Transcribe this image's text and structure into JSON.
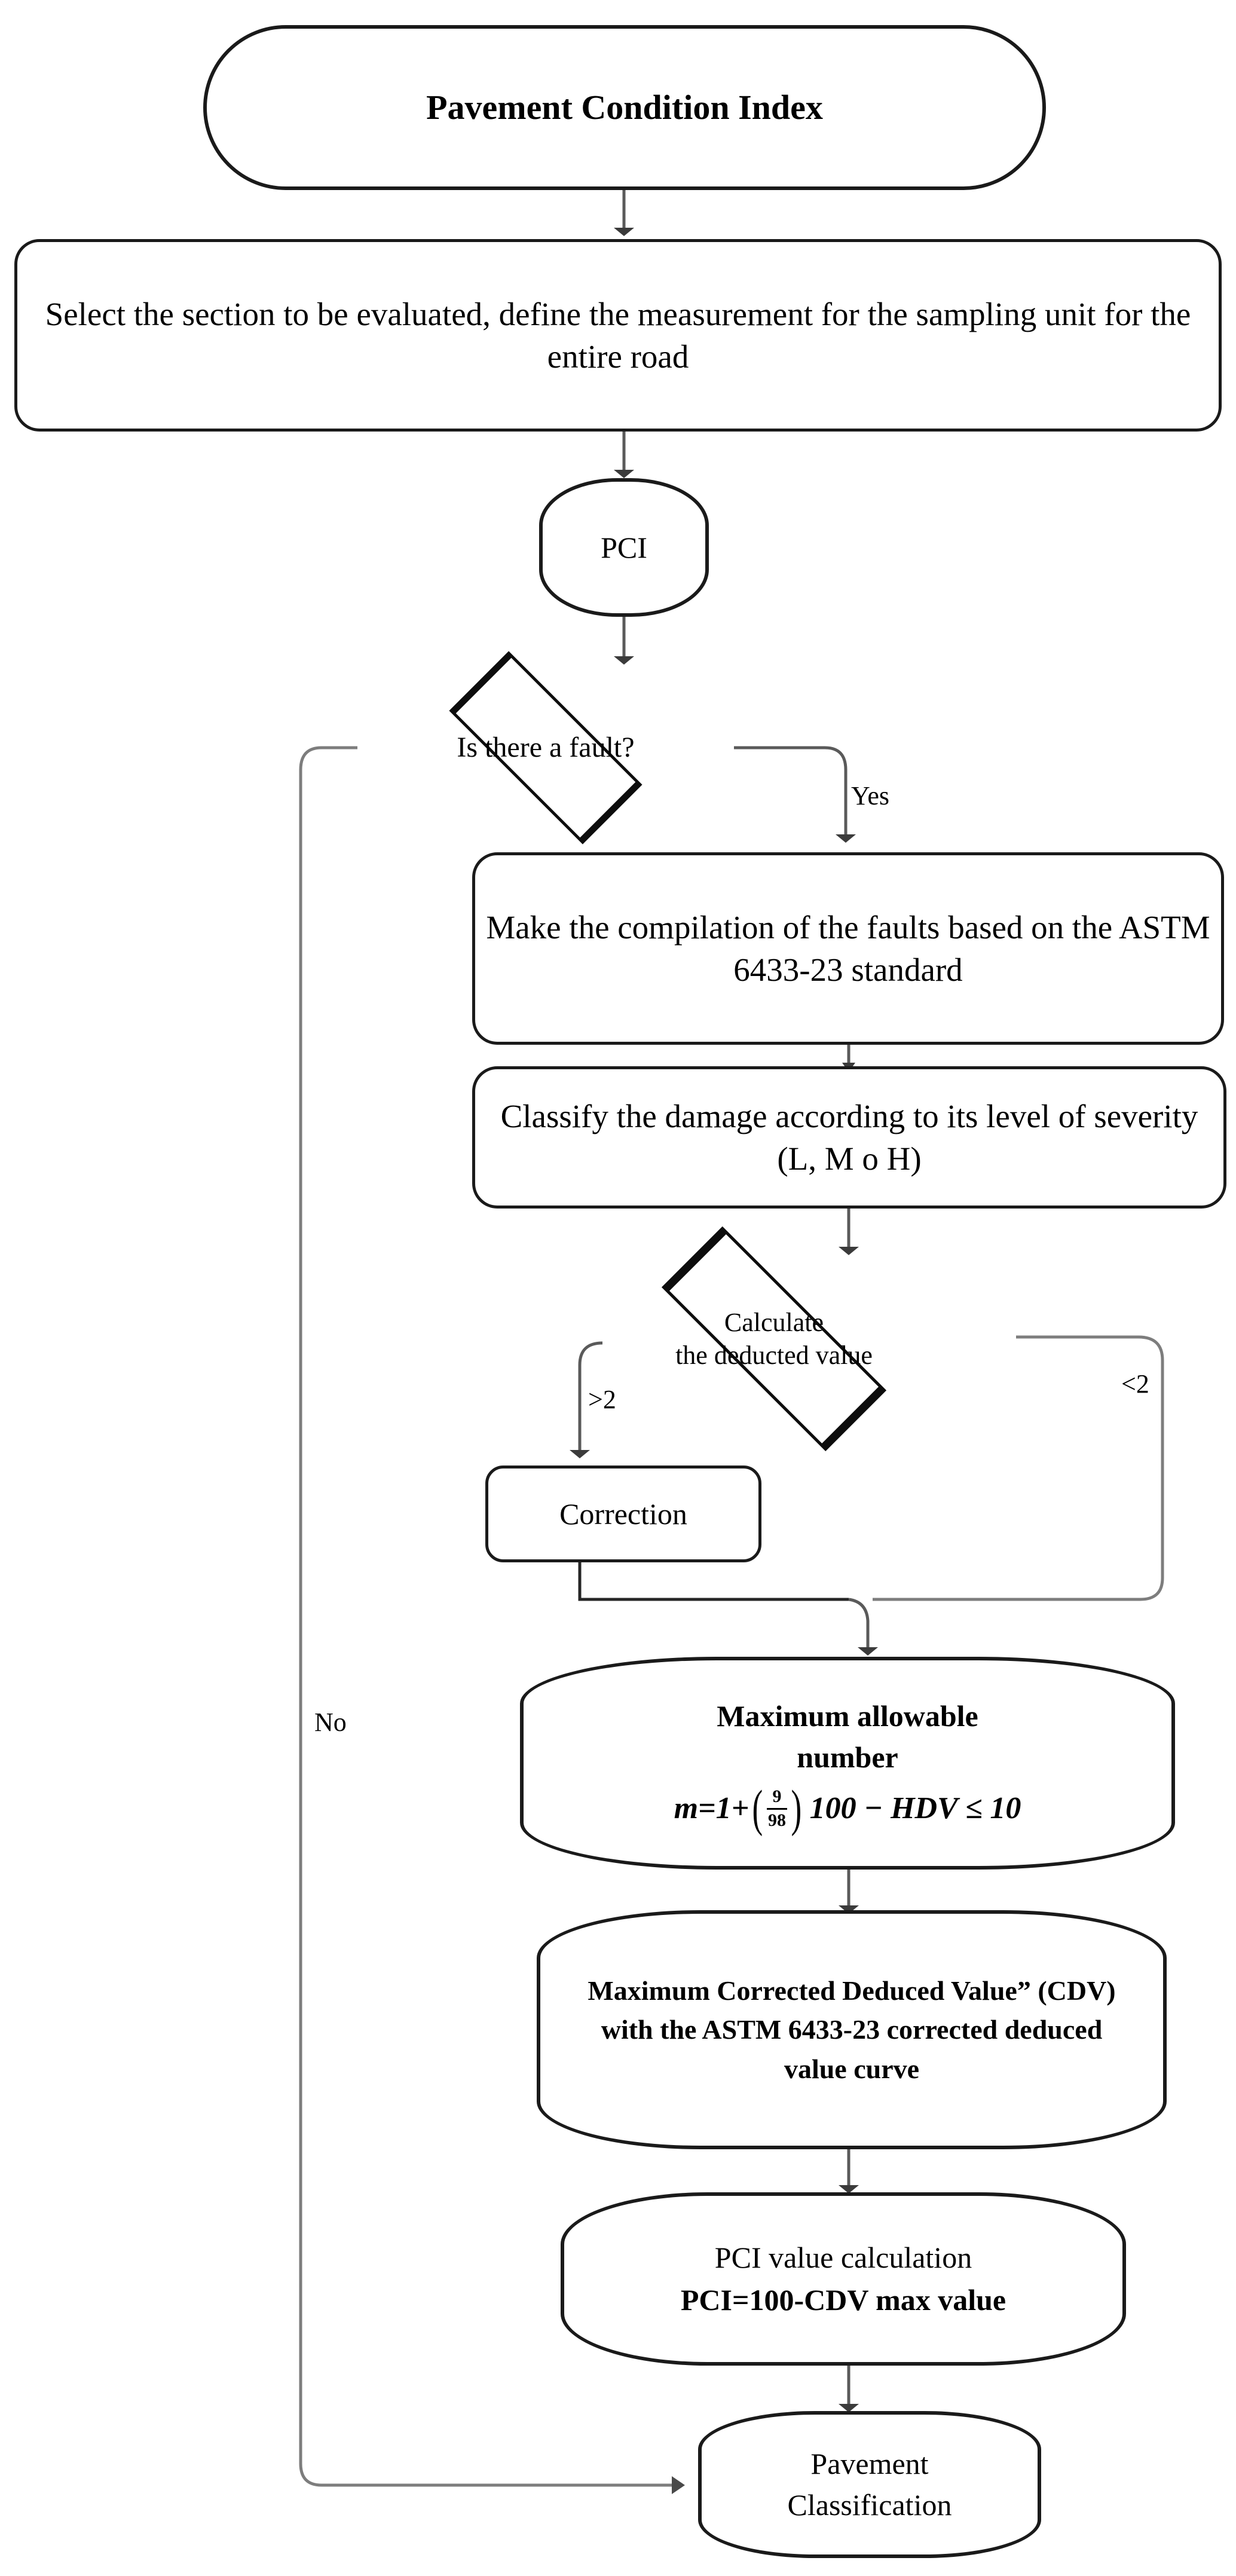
{
  "diagram": {
    "title": "Pavement Condition Index",
    "nodes": {
      "start": {
        "label": "Pavement Condition Index"
      },
      "select_section": {
        "label": "Select the section to be evaluated, define the measurement for the sampling unit for the entire road"
      },
      "pci": {
        "label": "PCI"
      },
      "is_fault": {
        "label": "Is there a fault?"
      },
      "compilation": {
        "label": "Make the compilation of the faults based on the ASTM 6433-23 standard"
      },
      "classify": {
        "label": "Classify the damage according to its level of severity (L, M o H)"
      },
      "calc_deducted": {
        "label_line1": "Calculate",
        "label_line2": "the deducted value"
      },
      "correction": {
        "label": "Correction"
      },
      "max_allowable": {
        "label_line1": "Maximum allowable",
        "label_line2": "number",
        "formula": {
          "lhs": "m=1+",
          "fraction_numerator": "9",
          "fraction_denominator": "98",
          "rhs": "100 − HDV  ≤ 10",
          "plain_text": "m=1+(9/98) 100 − HDV ≤ 10"
        }
      },
      "max_cdv": {
        "label": "Maximum Corrected Deduced Value” (CDV) with the ASTM 6433-23 corrected deduced value curve"
      },
      "pci_calc": {
        "label_line1": "PCI value calculation",
        "label_line2": "PCI=100-CDV max value"
      },
      "pavement_classification": {
        "label_line1": "Pavement",
        "label_line2": "Classification"
      }
    },
    "edge_labels": {
      "yes": "Yes",
      "no": "No",
      "gt2": ">2",
      "lt2": "<2"
    },
    "colors": {
      "node_border": "#1a1a1a",
      "diamond_border": "#0d0d0d",
      "edge": "#5a5a5a",
      "edge_dark": "#262626",
      "text": "#000000",
      "background": "#ffffff"
    }
  }
}
